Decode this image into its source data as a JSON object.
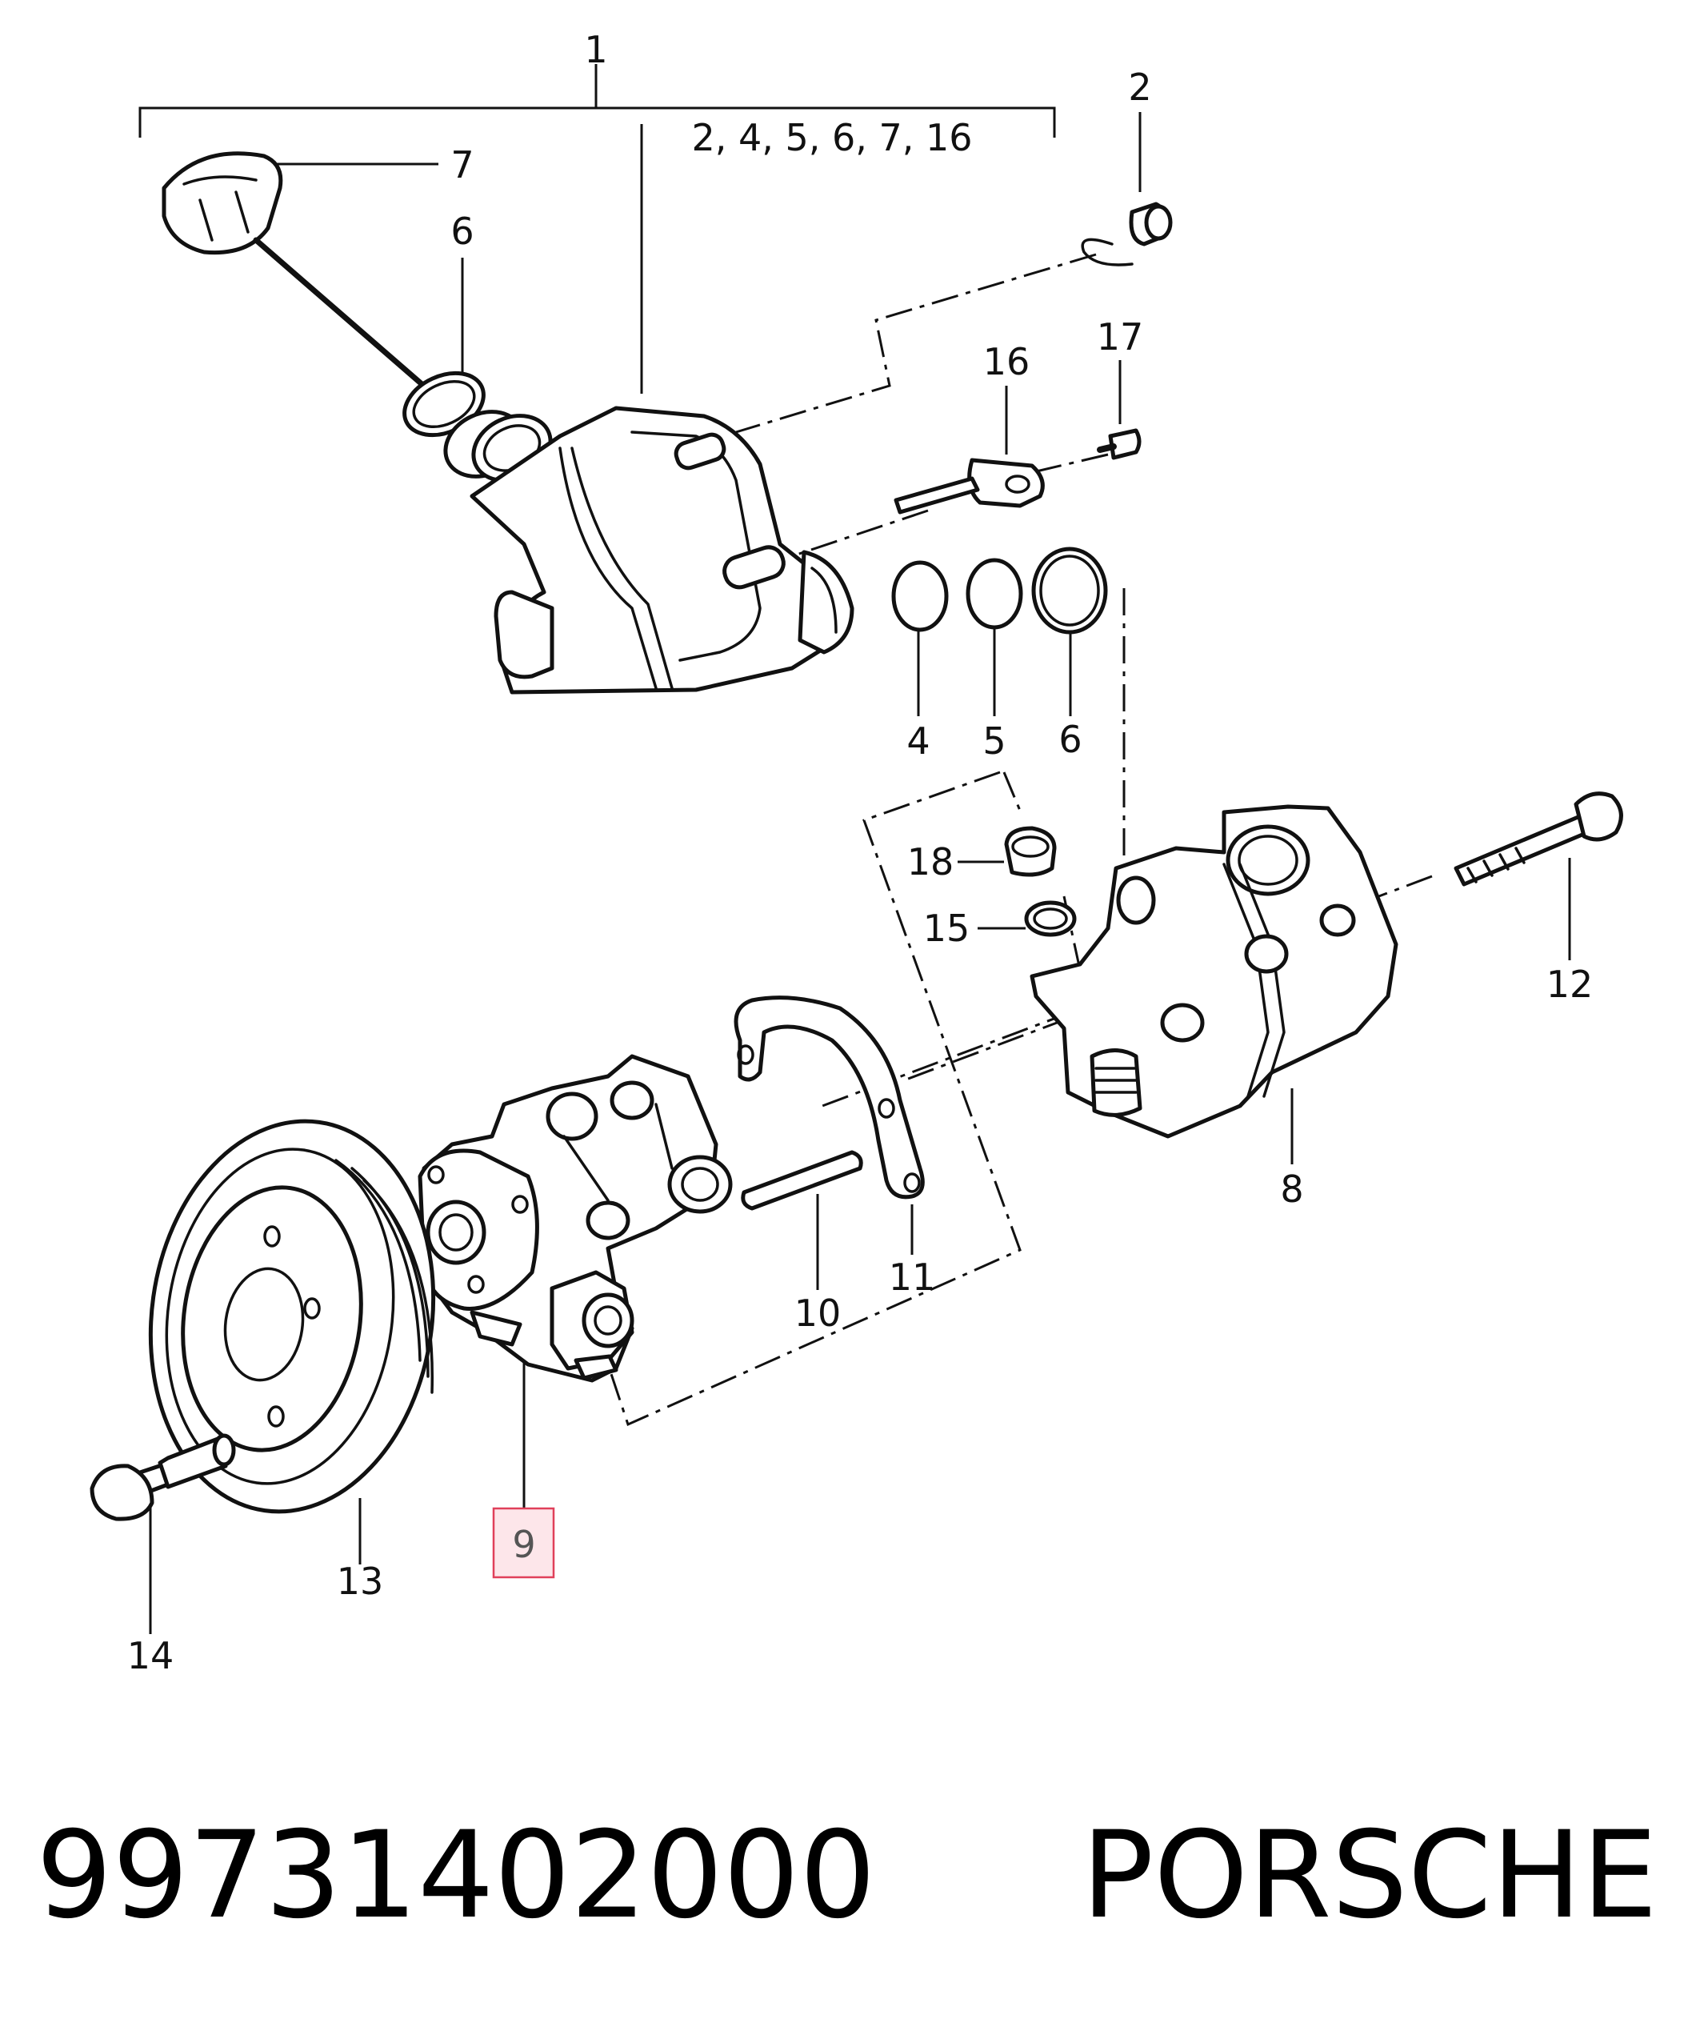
{
  "diagram": {
    "callouts": {
      "c1": "1",
      "c1_subset": "2, 4, 5, 6, 7, 16",
      "c2": "2",
      "c7": "7",
      "c6_top": "6",
      "c16": "16",
      "c17": "17",
      "c4": "4",
      "c5": "5",
      "c6_ring": "6",
      "c18": "18",
      "c15": "15",
      "c12": "12",
      "c8": "8",
      "c10": "10",
      "c11": "11",
      "c9": "9",
      "c13": "13",
      "c14": "14"
    },
    "highlight_color": "#e0405a",
    "highlight_fill": "#fde6ea"
  },
  "footer": {
    "part_number": "99731402000",
    "brand": "PORSCHE"
  }
}
